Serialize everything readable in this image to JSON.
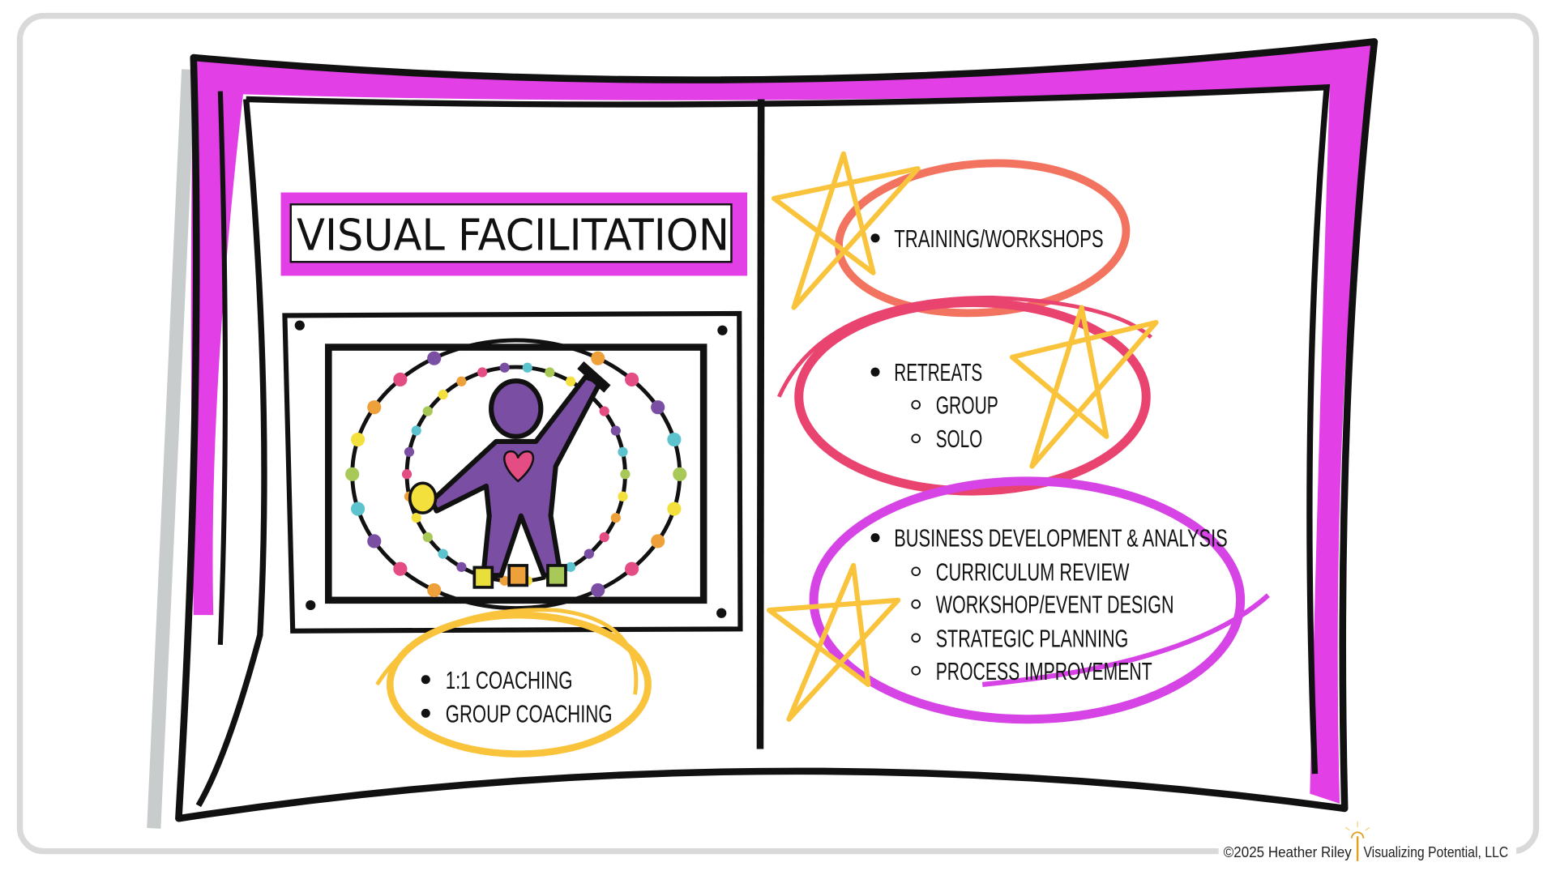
{
  "title": "VISUAL FACILITATION",
  "coaching": {
    "items": [
      "1:1 COACHING",
      "GROUP COACHING"
    ]
  },
  "services": {
    "training": "TRAINING/WORKSHOPS",
    "retreats": {
      "label": "RETREATS",
      "sub": [
        "GROUP",
        "SOLO"
      ]
    },
    "business": {
      "label": "BUSINESS DEVELOPMENT & ANALYSIS",
      "sub": [
        "CURRICULUM REVIEW",
        "WORKSHOP/EVENT DESIGN",
        "STRATEGIC PLANNING",
        "PROCESS IMPROVEMENT"
      ]
    }
  },
  "footer": {
    "copyright": "©2025 Heather Riley",
    "company": "Visualizing Potential, LLC"
  },
  "colors": {
    "magenta": "#e33fe6",
    "coral": "#f2735f",
    "pink": "#e9436f",
    "purple": "#d644e6",
    "yellow": "#f9c33c",
    "figure": "#7a4ea3"
  }
}
